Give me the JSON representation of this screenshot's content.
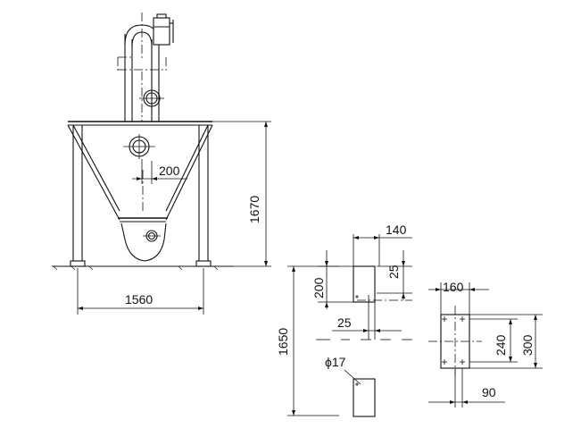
{
  "dimensions": {
    "d200": "200",
    "d1670": "1670",
    "d1560": "1560",
    "d140": "140",
    "d25_v": "25",
    "d200_v": "200",
    "d25_h": "25",
    "d1650": "1650",
    "d160": "160",
    "d240": "240",
    "d300": "300",
    "d90": "90",
    "phi17": "ϕ17"
  }
}
